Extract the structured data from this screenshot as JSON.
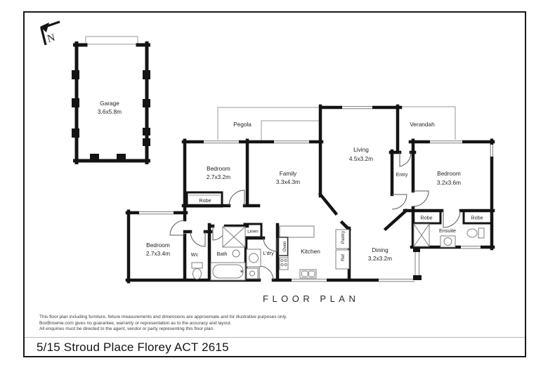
{
  "meta": {
    "title": "FLOOR PLAN",
    "address": "5/15 Stroud Place Florey ACT 2615",
    "north_label": "N"
  },
  "disclaimer": {
    "line1": "This floor plan including furniture, fixture measurements and dimensions are approximate and for illustrative purposes only.",
    "line2": "BoxBrownie.com gives no guarantee, warranty or representation as to the accuracy and layout.",
    "line3": "All enquiries must be directed to the agent, vendor or party representing this floor plan."
  },
  "rooms": {
    "garage": {
      "name": "Garage",
      "dims": "3.6x5.8m"
    },
    "pergola": {
      "name": "Pegola"
    },
    "verandah": {
      "name": "Verandah"
    },
    "living": {
      "name": "Living",
      "dims": "4.5x3.2m"
    },
    "entry": {
      "name": "Entry"
    },
    "bedroom1": {
      "name": "Bedroom",
      "dims": "3.2x3.6m"
    },
    "bedroom2": {
      "name": "Bedroom",
      "dims": "2.7x3.2m"
    },
    "bedroom3": {
      "name": "Bedroom",
      "dims": "2.7x3.4m"
    },
    "family": {
      "name": "Family",
      "dims": "3.3x4.3m"
    },
    "dining": {
      "name": "Dining",
      "dims": "3.2x3.2m"
    },
    "kitchen": {
      "name": "Kitchen"
    },
    "bath": {
      "name": "Bath"
    },
    "wc": {
      "name": "Wc"
    },
    "laundry": {
      "name": "L'dry"
    },
    "linen": {
      "name": "Linen"
    },
    "ensuite": {
      "name": "Ensuite"
    },
    "pantry": {
      "name": "Pantry"
    },
    "fridge": {
      "name": "Ref"
    },
    "oven": {
      "name": "Oven"
    },
    "robe_bed2": {
      "name": "Robe"
    },
    "robe1_bed1": {
      "name": "Robe"
    },
    "robe2_bed1": {
      "name": "Robe"
    }
  },
  "colors": {
    "wall": "#141414",
    "thin_line": "#999999",
    "fixture": "#777777",
    "text": "#1f1f1f",
    "background": "#ffffff"
  }
}
